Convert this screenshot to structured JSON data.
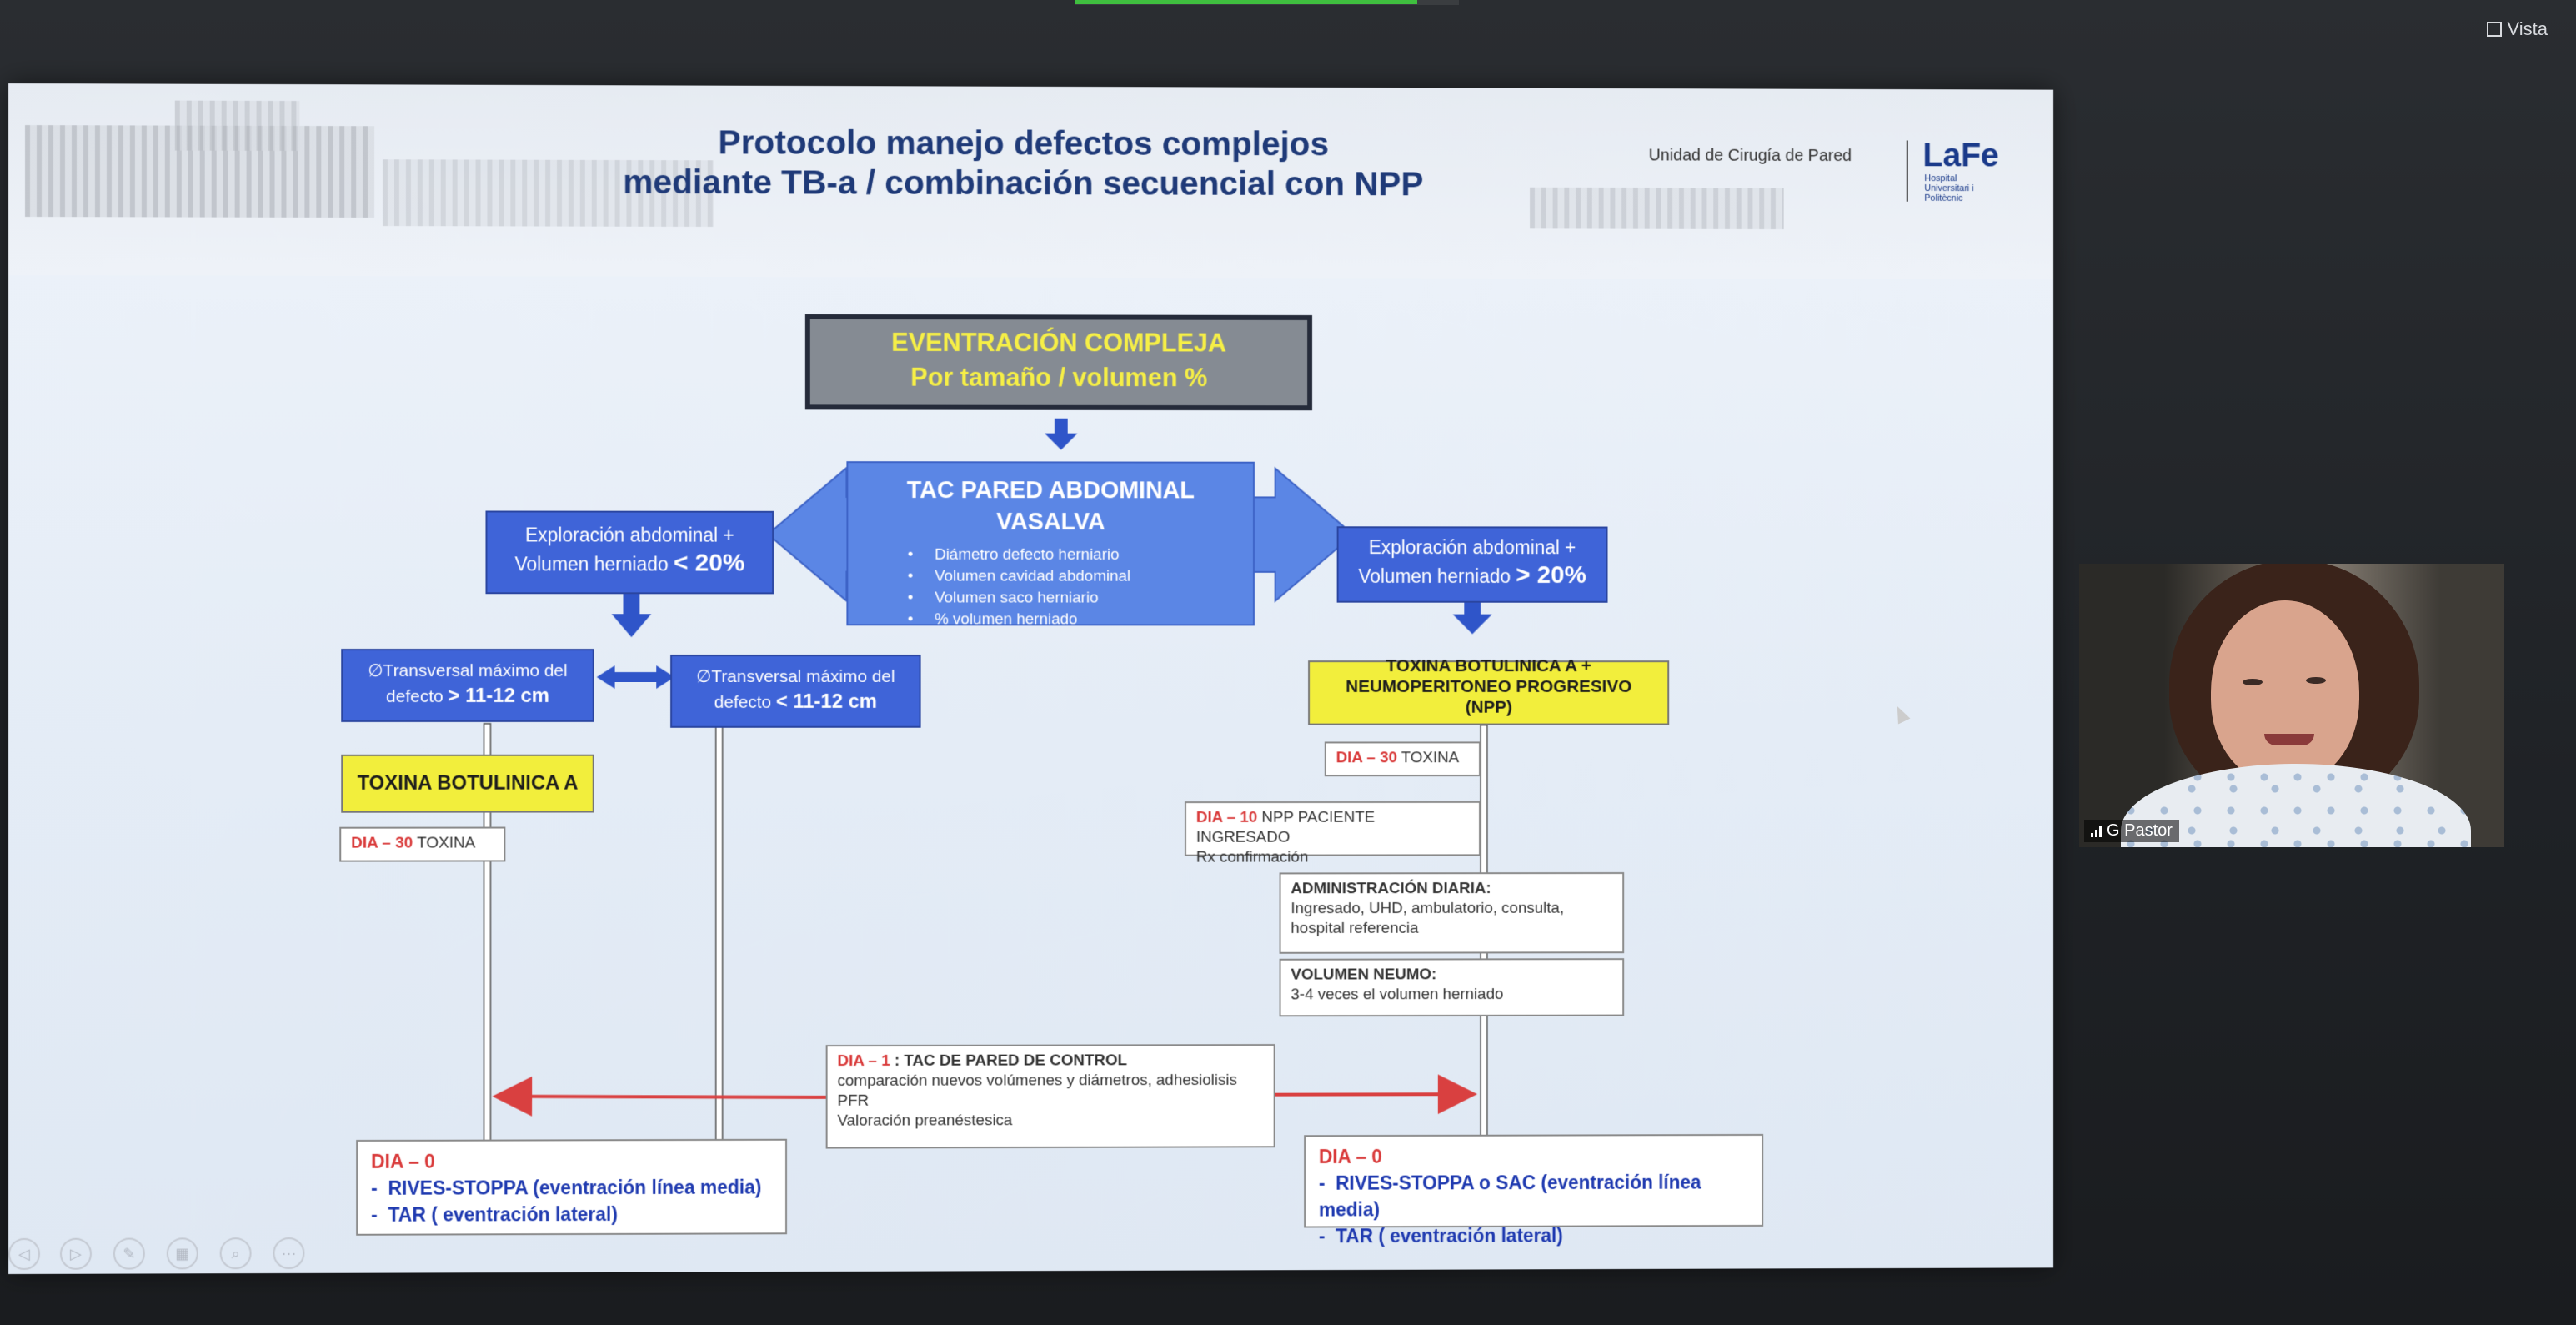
{
  "window": {
    "view_label": "Vista"
  },
  "slide": {
    "title_line1": "Protocolo manejo defectos complejos",
    "title_line2": "mediante TB-a / combinación secuencial con NPP",
    "unit": "Unidad de Cirugía de Pared",
    "logo": {
      "text": "LaFe",
      "sub": "Hospital Universitari i Politècnic"
    },
    "top_box": {
      "line1": "EVENTRACIÓN COMPLEJA",
      "line2": "Por tamaño / volumen %"
    },
    "tac_box": {
      "title_line1": "TAC PARED ABDOMINAL",
      "title_line2": "VASALVA",
      "items": [
        "Diámetro defecto herniario",
        "Volumen cavidad abdominal",
        "Volumen saco herniario",
        "% volumen herniado"
      ]
    },
    "left_explore": {
      "line1": "Exploración abdominal +",
      "line2_prefix": "Volumen herniado ",
      "line2_value": "< 20%"
    },
    "right_explore": {
      "line1": "Exploración abdominal +",
      "line2_prefix": "Volumen herniado ",
      "line2_value": "> 20%"
    },
    "transv_gt": {
      "symbol": "∅",
      "line1": "Transversal máximo del",
      "line2_prefix": "defecto ",
      "line2_value": "> 11-12 cm"
    },
    "transv_lt": {
      "symbol": "∅",
      "line1": "Transversal máximo del",
      "line2_prefix": "defecto ",
      "line2_value": "< 11-12 cm"
    },
    "toxina_a": "TOXINA BOTULINICA A",
    "left_dia30": {
      "red": "DIA – 30",
      "text": " TOXINA"
    },
    "toxina_npp": {
      "line1": "TOXINA BOTULINICA A +",
      "line2": "NEUMOPERITONEO PROGRESIVO",
      "line3": "(NPP)"
    },
    "right_dia30": {
      "red": "DIA – 30",
      "text": " TOXINA"
    },
    "dia10": {
      "red": "DIA – 10",
      "text": " NPP PACIENTE INGRESADO",
      "line2": "Rx confirmación"
    },
    "admin": {
      "title": "ADMINISTRACIÓN DIARIA:",
      "line1": "Ingresado, UHD, ambulatorio, consulta,",
      "line2": "hospital referencia"
    },
    "volumen": {
      "title": "VOLUMEN NEUMO:",
      "line1": "3-4 veces el volumen herniado"
    },
    "control": {
      "red": "DIA – 1",
      "title": " : TAC DE PARED DE CONTROL",
      "line1": "comparación nuevos volúmenes y diámetros, adhesiolisis",
      "line2": "PFR",
      "line3": "Valoración preanéstesica"
    },
    "left_dia0": {
      "red": "DIA – 0",
      "item1": "RIVES-STOPPA  (eventración línea media)",
      "item2": "TAR ( eventración lateral)"
    },
    "right_dia0": {
      "red": "DIA – 0",
      "item1": "RIVES-STOPPA  o SAC (eventración línea media)",
      "item2": "TAR ( eventración lateral)"
    }
  },
  "video": {
    "participant": "G Pastor"
  },
  "colors": {
    "title_blue": "#1f3a78",
    "box_blue": "#3f64d8",
    "box_yellow": "#f2ee3c",
    "dia_red": "#d93a3a",
    "arrow_red": "#d94040"
  }
}
